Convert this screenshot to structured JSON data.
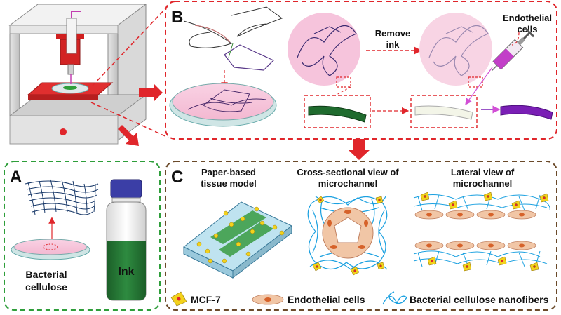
{
  "panels": {
    "a": {
      "letter": "A",
      "bacterial_label_line1": "Bacterial",
      "bacterial_label_line2": "cellulose",
      "ink_label": "Ink",
      "border_color": "#2e9e3a"
    },
    "b": {
      "letter": "B",
      "remove_ink_line1": "Remove",
      "remove_ink_line2": "ink",
      "endothelial_line1": "Endothelial",
      "endothelial_line2": "cells",
      "border_color": "#e0262b"
    },
    "c": {
      "letter": "C",
      "paper_model_line1": "Paper-based",
      "paper_model_line2": "tissue model",
      "cross_line1": "Cross-sectional view of",
      "cross_line2": "microchannel",
      "lateral_line1": "Lateral view of",
      "lateral_line2": "microchannel",
      "border_color": "#6b4a2a"
    }
  },
  "legend": [
    {
      "label": "MCF-7",
      "icon": "mcf7-cell-icon"
    },
    {
      "label": "Endothelial cells",
      "icon": "endothelial-cell-icon"
    },
    {
      "label": "Bacterial cellulose nanofibers",
      "icon": "nanofiber-icon"
    }
  ],
  "colors": {
    "red_arrow": "#e0262b",
    "pink_dish": "#f7c6dc",
    "ink_green": "#1f6b2e",
    "vessel_purple": "#7a1fb5",
    "fiber_blue": "#1aa0e0",
    "mcf7_yellow": "#f3d21c",
    "endothelial_tan": "#f1c6a6"
  }
}
